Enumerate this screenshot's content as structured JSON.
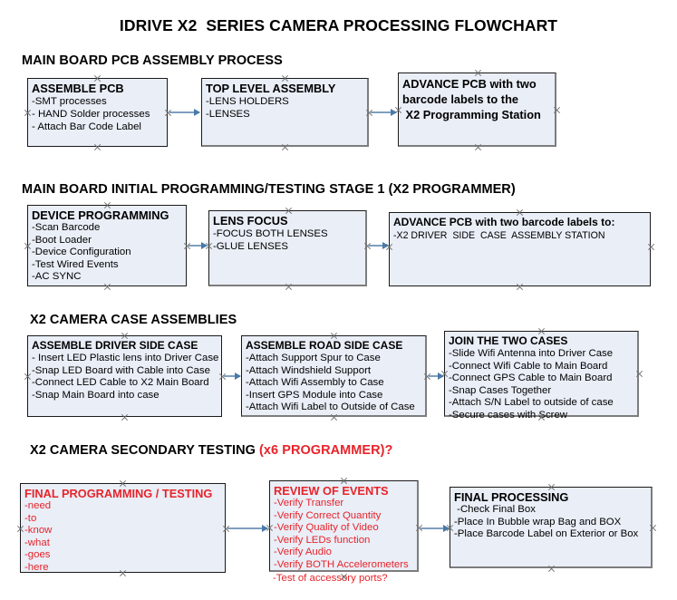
{
  "document": {
    "title": "IDRIVE X2  SERIES CAMERA PROCESSING FLOWCHART",
    "accent_color": "#e8232a",
    "box_fill": "#e9eef7",
    "arrow_color": "#4a7aa8"
  },
  "sections": [
    {
      "heading": "MAIN BOARD PCB ASSEMBLY PROCESS",
      "heading_accent": ""
    },
    {
      "heading": "MAIN BOARD INITIAL PROGRAMMING/TESTING STAGE 1 (X2 PROGRAMMER)",
      "heading_accent": ""
    },
    {
      "heading": "X2 CAMERA CASE ASSEMBLIES",
      "heading_accent": ""
    },
    {
      "heading": "X2 CAMERA SECONDARY TESTING ",
      "heading_accent": "(x6 PROGRAMMER)?"
    }
  ],
  "boxes": {
    "assemble_pcb": {
      "title": "ASSEMBLE PCB",
      "lines": [
        "-SMT processes",
        "- HAND Solder processes",
        "- Attach Bar Code Label"
      ]
    },
    "top_level_assembly": {
      "title": "TOP LEVEL ASSEMBLY",
      "lines": [
        "-LENS HOLDERS",
        "-LENSES"
      ]
    },
    "advance_pcb_station": {
      "title": "ADVANCE PCB with two\nbarcode labels to the\n X2 Programming Station",
      "lines": []
    },
    "device_programming": {
      "title": "DEVICE PROGRAMMING",
      "lines": [
        "-Scan Barcode",
        "-Boot Loader",
        "-Device Configuration",
        "-Test Wired Events",
        "-AC SYNC"
      ]
    },
    "lens_focus": {
      "title": "LENS FOCUS",
      "lines": [
        "-FOCUS BOTH LENSES",
        "-GLUE LENSES"
      ]
    },
    "advance_pcb_driver_side": {
      "title": "ADVANCE PCB with two barcode labels to:",
      "lines": [
        "-X2 DRIVER  SIDE  CASE  ASSEMBLY STATION"
      ]
    },
    "assemble_driver_side_case": {
      "title": "ASSEMBLE DRIVER SIDE CASE",
      "lines": [
        "- Insert LED Plastic lens into Driver Case",
        "-Snap LED Board with Cable into Case",
        "-Connect LED Cable to X2 Main Board",
        "-Snap Main Board into case"
      ]
    },
    "assemble_road_side_case": {
      "title": "ASSEMBLE ROAD SIDE CASE",
      "lines": [
        "-Attach Support Spur to Case",
        "-Attach Windshield Support",
        "-Attach Wifi Assembly to Case",
        "-Insert GPS Module into Case",
        "-Attach Wifi Label to Outside of Case"
      ]
    },
    "join_the_two_cases": {
      "title": "JOIN THE TWO CASES",
      "lines": [
        "-Slide Wifi Antenna into Driver Case",
        "-Connect Wifi Cable to Main Board",
        "-Connect GPS Cable to Main Board",
        "-Snap Cases Together",
        "-Attach S/N Label to outside of case",
        "-Secure cases with Screw"
      ]
    },
    "final_programming_testing": {
      "title": "FINAL PROGRAMMING / TESTING",
      "lines": [
        "-need",
        "-to",
        "-know",
        "-what",
        "-goes",
        "-here"
      ]
    },
    "review_of_events": {
      "title": "REVIEW OF EVENTS",
      "lines": [
        "-Verify Transfer",
        "-Verify Correct Quantity",
        "-Verify Quality of Video",
        "-Verify LEDs function",
        "-Verify Audio",
        "-Verify BOTH Accelerometers"
      ],
      "overflow_line": "-Test of accessory ports?"
    },
    "final_processing": {
      "title": "FINAL PROCESSING",
      "lines": [
        " -Check Final Box",
        "-Place In Bubble wrap Bag and BOX",
        "-Place Barcode Label on Exterior or Box"
      ]
    }
  }
}
